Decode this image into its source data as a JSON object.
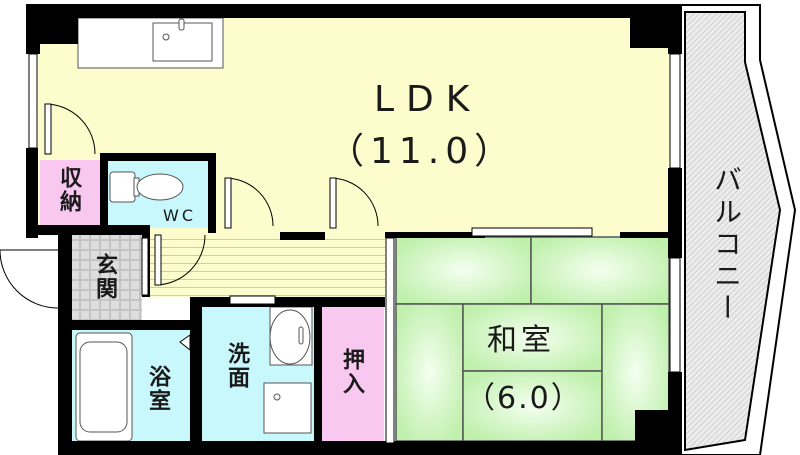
{
  "floorplan": {
    "rooms": {
      "ldk": {
        "name": "LDK",
        "size": "（11.0）"
      },
      "washitsu": {
        "name": "和室",
        "size": "（6.0）"
      },
      "balcony": {
        "name": "バルコニー"
      },
      "storage": {
        "name": "収納"
      },
      "wc": {
        "name": "WC"
      },
      "entrance": {
        "name": "玄関"
      },
      "bath": {
        "name": "浴室"
      },
      "washroom": {
        "name": "洗面"
      },
      "closet": {
        "name": "押入"
      }
    },
    "colors": {
      "ldk": "#fdfccd",
      "washitsu": "#c8f5b8",
      "balcony": "#e4e4e4",
      "storage": "#f8c8f0",
      "water": "#c8f8fc",
      "entrance": "#dcdcdc",
      "wall": "#000000"
    }
  }
}
